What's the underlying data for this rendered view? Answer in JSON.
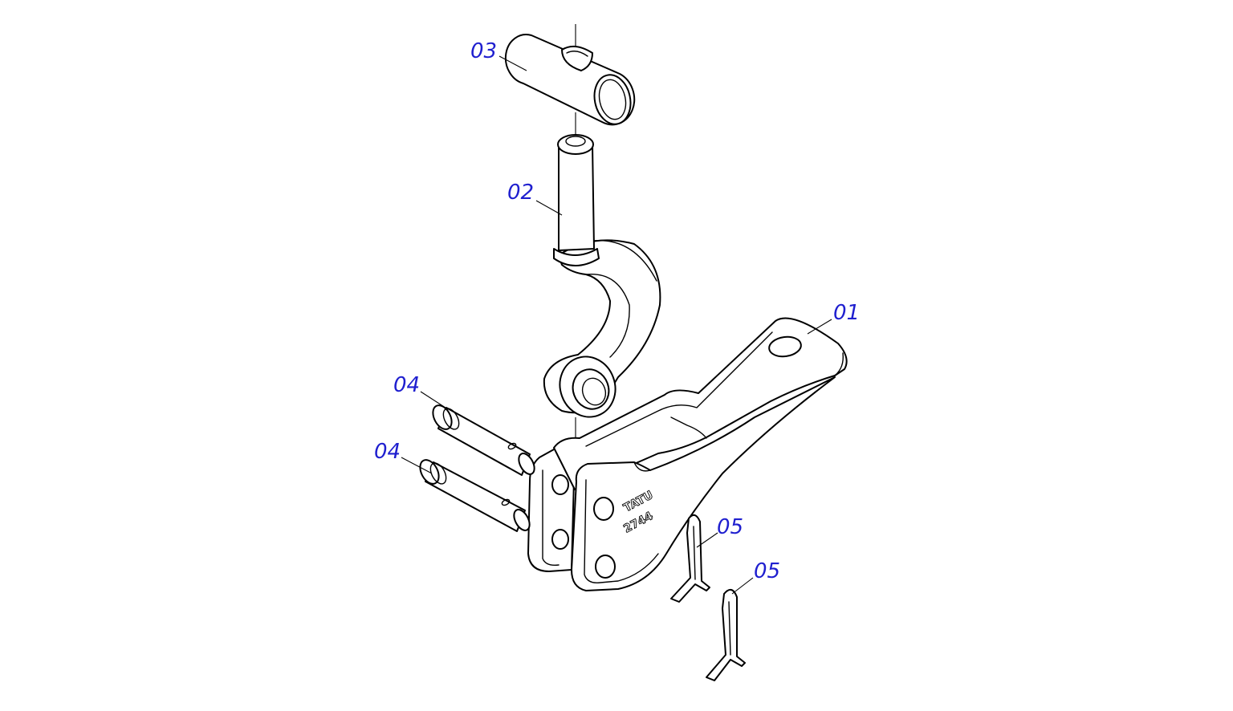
{
  "diagram": {
    "background": "#ffffff",
    "label_color": "#1f1fcf",
    "line_color": "#000000",
    "callouts": [
      {
        "id": "01",
        "text": "01"
      },
      {
        "id": "02",
        "text": "02"
      },
      {
        "id": "03",
        "text": "03"
      },
      {
        "id": "04a",
        "text": "04"
      },
      {
        "id": "04b",
        "text": "04"
      },
      {
        "id": "05a",
        "text": "05"
      },
      {
        "id": "05b",
        "text": "05"
      }
    ],
    "stamp": {
      "brand": "TATU",
      "code": "2744"
    }
  }
}
